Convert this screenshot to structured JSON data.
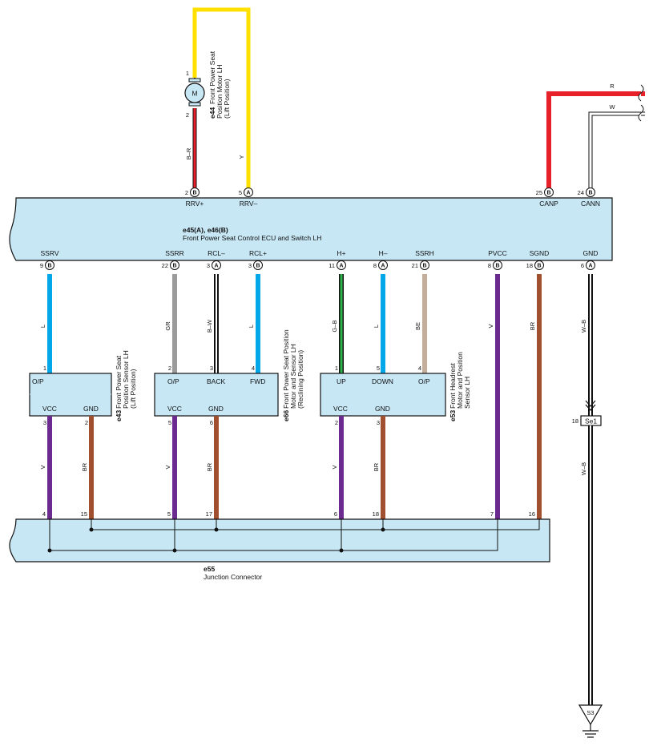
{
  "colors": {
    "Y": "#FFE000",
    "R": "#E8202A",
    "W": "#ffffff",
    "L": "#00A8E8",
    "GR": "#9B9B9B",
    "B-W": "#000000",
    "G-B": "#2DB34A",
    "BE": "#C2AE9A",
    "V": "#6A2A8E",
    "BR": "#A0502E",
    "W-B": "#ffffff",
    "B-R": "#E8202A",
    "box": "#C7E7F5"
  },
  "motor": {
    "code": "e44",
    "name1": "Front Power Seat",
    "name2": "Position Motor LH",
    "name3": "(Lift Position)",
    "symbol": "M",
    "pin_top": "1",
    "pin_bottom": "2",
    "wire_label": "B–R"
  },
  "ecu": {
    "code": "e45(A), e46(B)",
    "name": "Front Power Seat Control ECU and Switch LH",
    "top_terms": [
      {
        "name": "RRV+",
        "pin": "2",
        "conn": "B"
      },
      {
        "name": "RRV–",
        "pin": "5",
        "conn": "A"
      },
      {
        "name": "CANP",
        "pin": "25",
        "conn": "B"
      },
      {
        "name": "CANN",
        "pin": "24",
        "conn": "B"
      }
    ],
    "bottom_terms": [
      {
        "name": "SSRV",
        "pin": "9",
        "conn": "B",
        "wire": "L"
      },
      {
        "name": "SSRR",
        "pin": "22",
        "conn": "B",
        "wire": "GR"
      },
      {
        "name": "RCL–",
        "pin": "3",
        "conn": "A",
        "wire": "B–W"
      },
      {
        "name": "RCL+",
        "pin": "3",
        "conn": "B",
        "wire": "L"
      },
      {
        "name": "H+",
        "pin": "11",
        "conn": "A",
        "wire": "G–B"
      },
      {
        "name": "H–",
        "pin": "8",
        "conn": "A",
        "wire": "L"
      },
      {
        "name": "SSRH",
        "pin": "21",
        "conn": "B",
        "wire": "BE"
      },
      {
        "name": "PVCC",
        "pin": "8",
        "conn": "B",
        "wire": "V"
      },
      {
        "name": "SGND",
        "pin": "18",
        "conn": "B",
        "wire": "BR"
      },
      {
        "name": "GND",
        "pin": "6",
        "conn": "A",
        "wire": "W–B"
      }
    ]
  },
  "can_wires": {
    "r": "R",
    "w": "W"
  },
  "top_wire_y": "Y",
  "sensor_e43": {
    "code": "e43",
    "name1": "Front Power Seat",
    "name2": "Position Sensor LH",
    "name3": "(Lift Position)",
    "op": "O/P",
    "vcc": "VCC",
    "gnd": "GND",
    "pin_op": "1",
    "pin_vcc": "3",
    "pin_gnd": "2"
  },
  "motor_e66": {
    "code": "e66",
    "name1": "Front Power Seat Position",
    "name2": "Motor and Sensor LH",
    "name3": "(Reclining Position)",
    "op": "O/P",
    "back": "BACK",
    "fwd": "FWD",
    "vcc": "VCC",
    "gnd": "GND",
    "pin_op": "2",
    "pin_back": "3",
    "pin_fwd": "4",
    "pin_vcc": "5",
    "pin_gnd": "6"
  },
  "motor_e53": {
    "code": "e53",
    "name1": "Front Headrest",
    "name2": "Motor and Position",
    "name3": "Sensor LH",
    "up": "UP",
    "down": "DOWN",
    "op": "O/P",
    "vcc": "VCC",
    "gnd": "GND",
    "pin_up": "1",
    "pin_down": "5",
    "pin_op": "4",
    "pin_vcc": "2",
    "pin_gnd": "3"
  },
  "lower_wires": {
    "v": "V",
    "br": "BR"
  },
  "junction": {
    "code": "e55",
    "name": "Junction Connector",
    "pins": [
      "4",
      "15",
      "5",
      "17",
      "6",
      "18",
      "7",
      "16"
    ]
  },
  "splice": {
    "pin": "18",
    "label": "Se1",
    "wire": "W–B"
  },
  "ground": {
    "label": "S3"
  }
}
